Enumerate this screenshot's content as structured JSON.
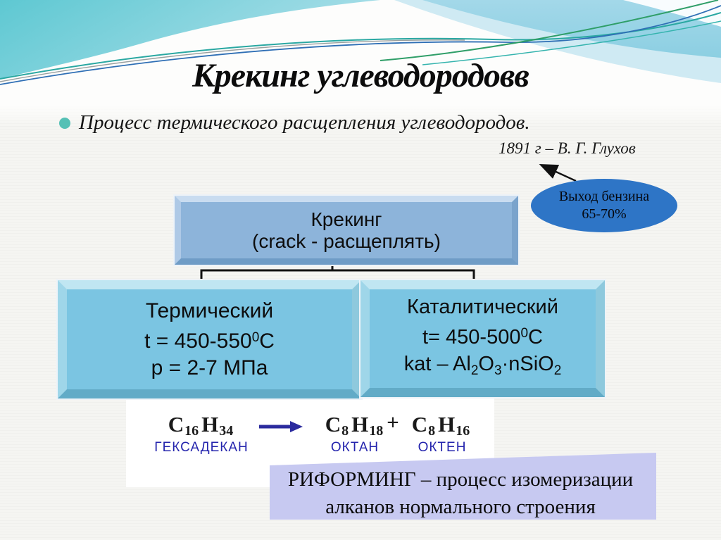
{
  "title": "Крекинг углеводородовв",
  "bullet_text": "Процесс термического расщепления углеводородов.",
  "attribution": "1891 г – В. Г. Глухов",
  "yield_ellipse": {
    "line1": "Выход бензина",
    "line2": "65-70%"
  },
  "root_box": {
    "line1": "Крекинг",
    "line2": "(crack - расщеплять)"
  },
  "thermal_box": {
    "title": "Термический",
    "temp_main": "t = 450-550",
    "temp_sup": "0",
    "temp_unit": "С",
    "pressure": "p = 2-7 МПа"
  },
  "catalytic_box": {
    "title": "Каталитический",
    "temp_main": "t= 450-500",
    "temp_sup": "0",
    "temp_unit": "С",
    "cat_p1": "kat – Al",
    "cat_s1": "2",
    "cat_p2": "O",
    "cat_s2": "3",
    "cat_p3": "·nSiO",
    "cat_s3": "2"
  },
  "equation": {
    "reactant_el1": "C",
    "reactant_n1": "16",
    "reactant_el2": "H",
    "reactant_n2": "34",
    "product1_el1": "C",
    "product1_n1": "8",
    "product1_el2": "H",
    "product1_n2": "18",
    "plus": "+",
    "product2_el1": "C",
    "product2_n1": "8",
    "product2_el2": "H",
    "product2_n2": "16",
    "label_reactant": "ГЕКСАДЕКАН",
    "label_product1": "ОКТАН",
    "label_product2": "ОКТЕН"
  },
  "reforming": {
    "line1": "РИФОРМИНГ – процесс изомеризации",
    "line2": "алканов нормального строения"
  },
  "colors": {
    "ellipse_fill": "#2e75c6",
    "root_box_fill": "#8db4da",
    "child_box_fill": "#7bc5e2",
    "reforming_fill": "#c7c9f1",
    "equation_label_blue": "#2424ad",
    "reaction_arrow_navy": "#2b2b9e",
    "bullet_dot_teal": "#55c0b5",
    "wave_teal": "#5ec8d2",
    "wave_light_blue": "#a3d8e9"
  }
}
